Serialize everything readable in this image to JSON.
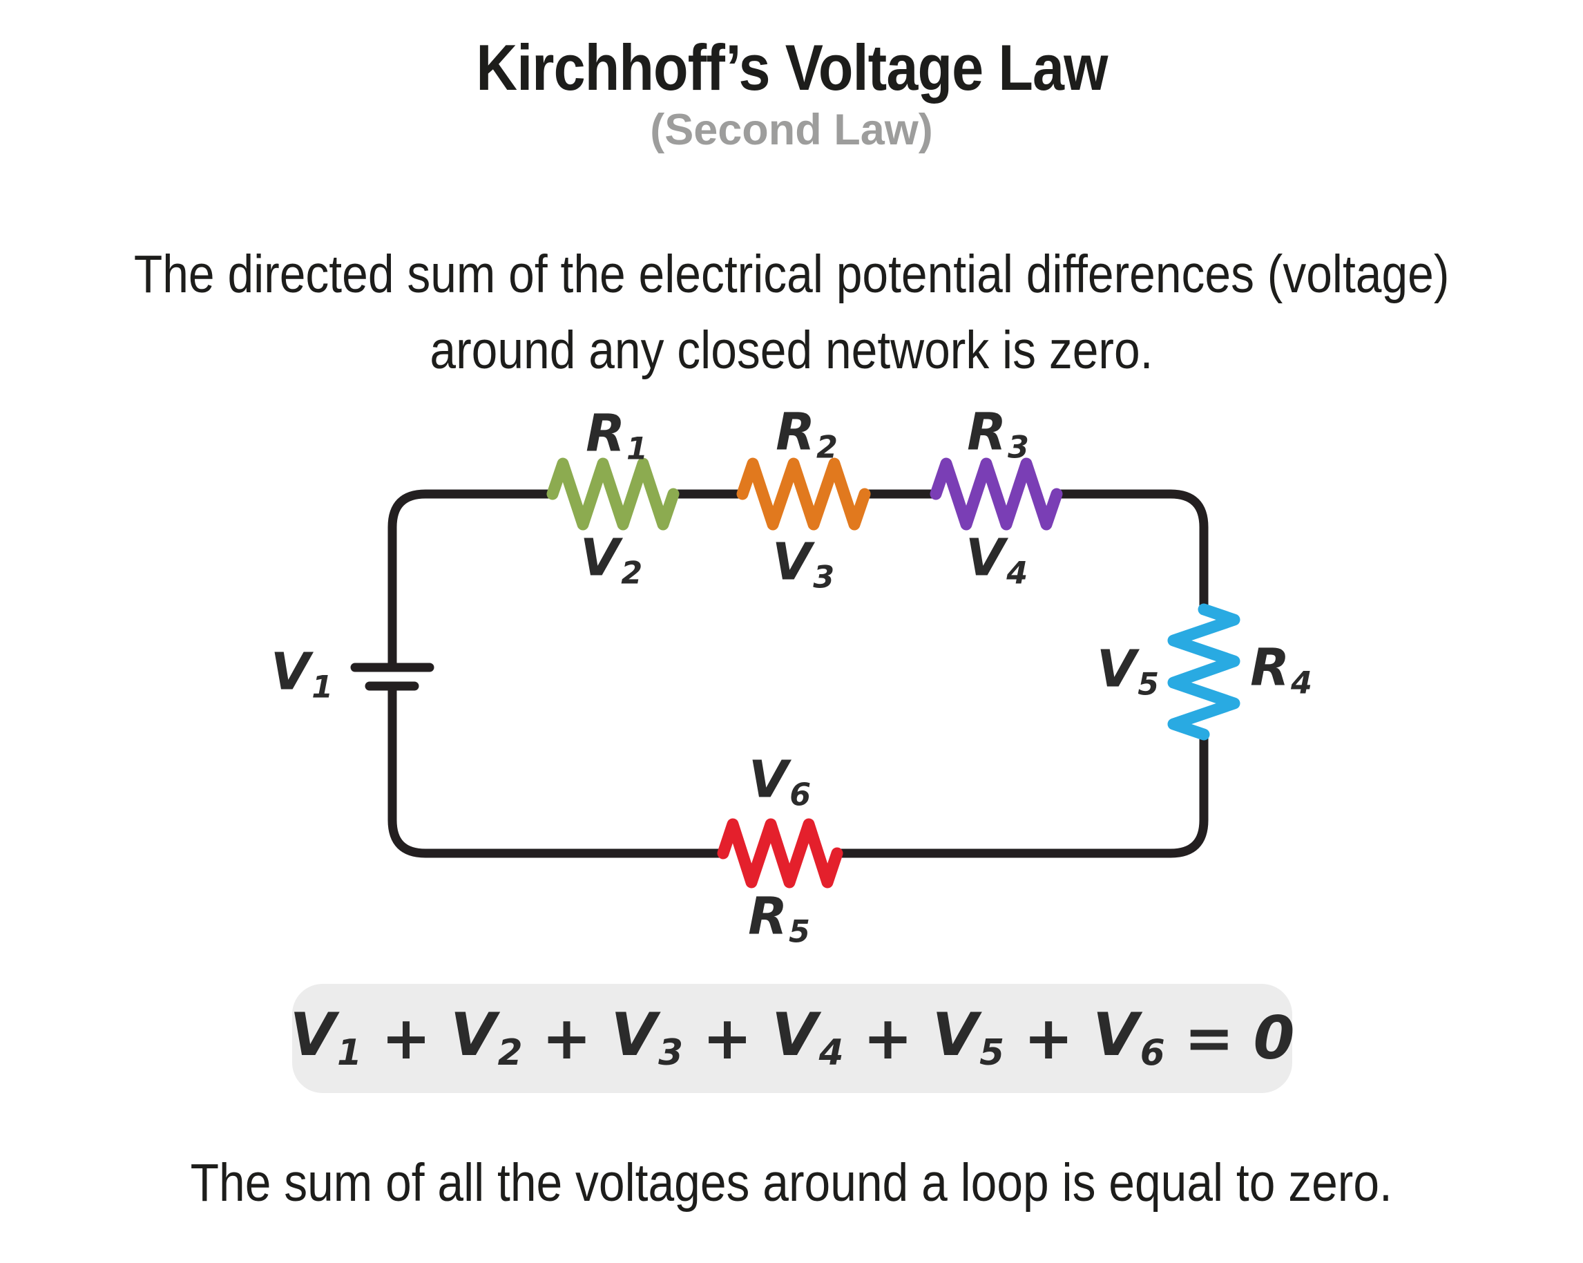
{
  "title": "Kirchhoff’s Voltage Law",
  "subtitle": "(Second Law)",
  "description": {
    "line1": "The directed sum of the electrical potential differences (voltage)",
    "line2": "around any closed network is zero."
  },
  "footer": "The sum of all the voltages around a loop is equal to zero.",
  "colors": {
    "text": "#1d1d1b",
    "subtitle_gray": "#9d9d9c",
    "wire": "#231f20",
    "resistor_r1": "#8cab50",
    "resistor_r2": "#e1791e",
    "resistor_r3": "#7a3eb5",
    "resistor_r4": "#29aae2",
    "resistor_r5": "#e4202c",
    "formula_box_bg": "#ececec"
  },
  "circuit": {
    "labels": {
      "r1": {
        "base": "R",
        "sub": "1"
      },
      "r2": {
        "base": "R",
        "sub": "2"
      },
      "r3": {
        "base": "R",
        "sub": "3"
      },
      "r4": {
        "base": "R",
        "sub": "4"
      },
      "r5": {
        "base": "R",
        "sub": "5"
      },
      "v1": {
        "base": "V",
        "sub": "1"
      },
      "v2": {
        "base": "V",
        "sub": "2"
      },
      "v3": {
        "base": "V",
        "sub": "3"
      },
      "v4": {
        "base": "V",
        "sub": "4"
      },
      "v5": {
        "base": "V",
        "sub": "5"
      },
      "v6": {
        "base": "V",
        "sub": "6"
      }
    }
  },
  "formula": {
    "terms": [
      {
        "base": "V",
        "sub": "1"
      },
      {
        "base": "V",
        "sub": "2"
      },
      {
        "base": "V",
        "sub": "3"
      },
      {
        "base": "V",
        "sub": "4"
      },
      {
        "base": "V",
        "sub": "5"
      },
      {
        "base": "V",
        "sub": "6"
      }
    ],
    "plus": "+",
    "equals": "=",
    "result": "0"
  }
}
